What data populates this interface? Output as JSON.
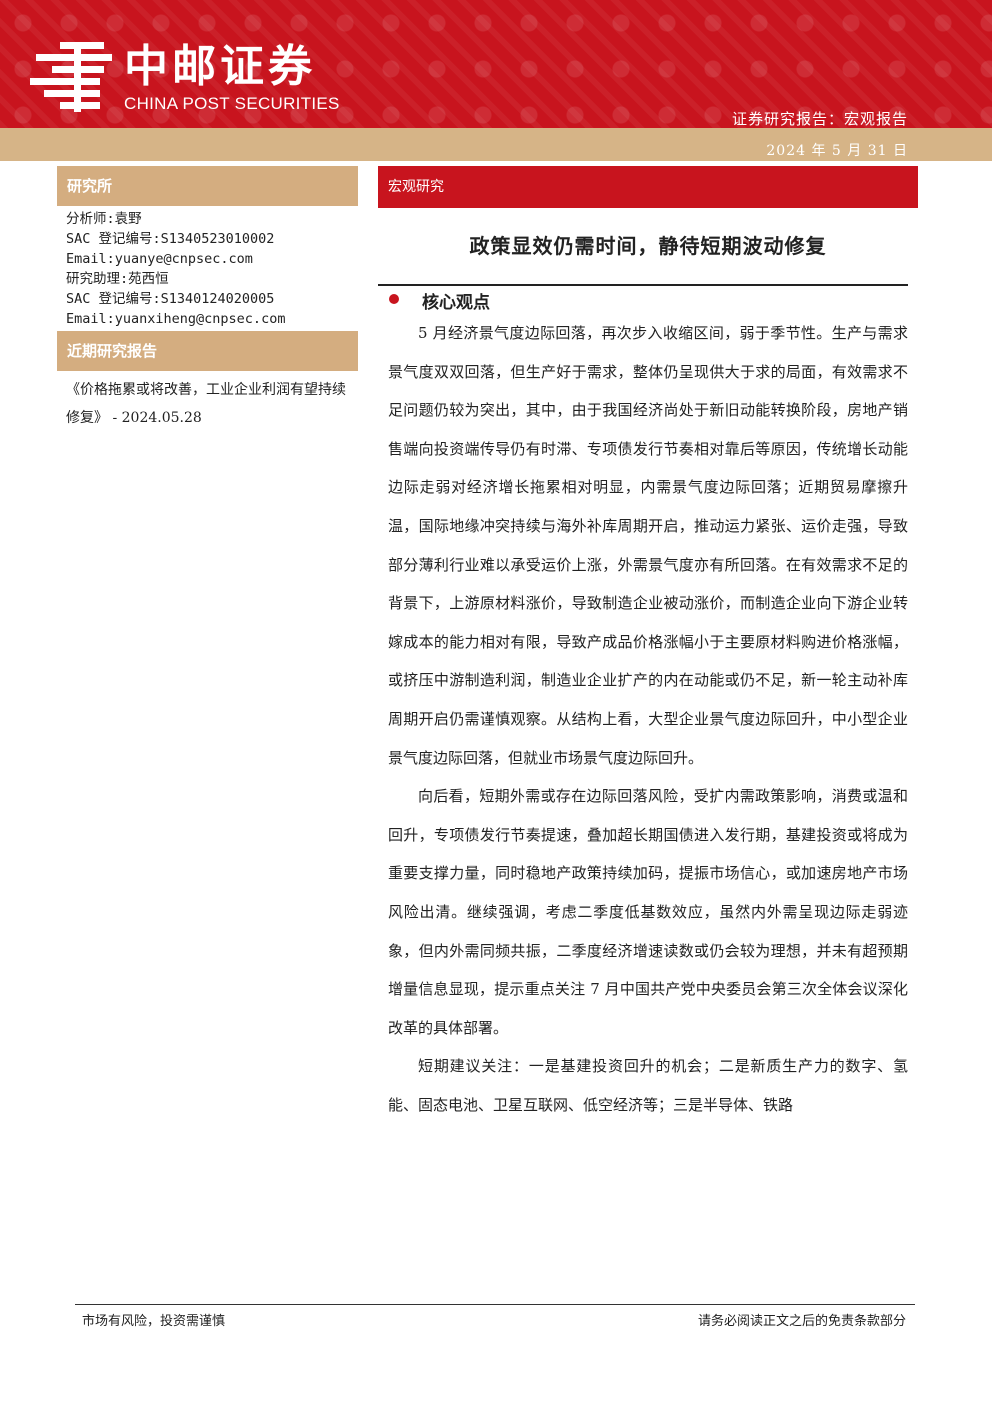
{
  "header": {
    "logo_cn": "中邮证券",
    "logo_en": "CHINA POST SECURITIES",
    "report_type": "证券研究报告：宏观报告",
    "date": "2024 年 5 月 31 日",
    "brand_red": "#c8141e",
    "brand_tan": "#d6b487"
  },
  "sidebar": {
    "institute_label": "研究所",
    "analyst_lines": [
      "分析师:袁野",
      "SAC 登记编号:S1340523010002",
      "Email:yuanye@cnpsec.com",
      "研究助理:苑西恒",
      "SAC 登记编号:S1340124020005",
      "Email:yuanxiheng@cnpsec.com"
    ],
    "recent_label": "近期研究报告",
    "recent_report": "《价格拖累或将改善，工业企业利润有望持续修复》 - 2024.05.28"
  },
  "main": {
    "section": "宏观研究",
    "title": "政策显效仍需时间，静待短期波动修复",
    "core_heading": "核心观点",
    "paragraphs": [
      "5 月经济景气度边际回落，再次步入收缩区间，弱于季节性。生产与需求景气度双双回落，但生产好于需求，整体仍呈现供大于求的局面，有效需求不足问题仍较为突出，其中，由于我国经济尚处于新旧动能转换阶段，房地产销售端向投资端传导仍有时滞、专项债发行节奏相对靠后等原因，传统增长动能边际走弱对经济增长拖累相对明显，内需景气度边际回落；近期贸易摩擦升温，国际地缘冲突持续与海外补库周期开启，推动运力紧张、运价走强，导致部分薄利行业难以承受运价上涨，外需景气度亦有所回落。在有效需求不足的背景下，上游原材料涨价，导致制造企业被动涨价，而制造企业向下游企业转嫁成本的能力相对有限，导致产成品价格涨幅小于主要原材料购进价格涨幅，或挤压中游制造利润，制造业企业扩产的内在动能或仍不足，新一轮主动补库周期开启仍需谨慎观察。从结构上看，大型企业景气度边际回升，中小型企业景气度边际回落，但就业市场景气度边际回升。",
      "向后看，短期外需或存在边际回落风险，受扩内需政策影响，消费或温和回升，专项债发行节奏提速，叠加超长期国债进入发行期，基建投资或将成为重要支撑力量，同时稳地产政策持续加码，提振市场信心，或加速房地产市场风险出清。继续强调，考虑二季度低基数效应，虽然内外需呈现边际走弱迹象，但内外需同频共振，二季度经济增速读数或仍会较为理想，并未有超预期增量信息显现，提示重点关注 7 月中国共产党中央委员会第三次全体会议深化改革的具体部署。",
      "短期建议关注：一是基建投资回升的机会；二是新质生产力的数字、氢能、固态电池、卫星互联网、低空经济等；三是半导体、铁路"
    ]
  },
  "footer": {
    "left": "市场有风险，投资需谨慎",
    "right": "请务必阅读正文之后的免责条款部分"
  }
}
